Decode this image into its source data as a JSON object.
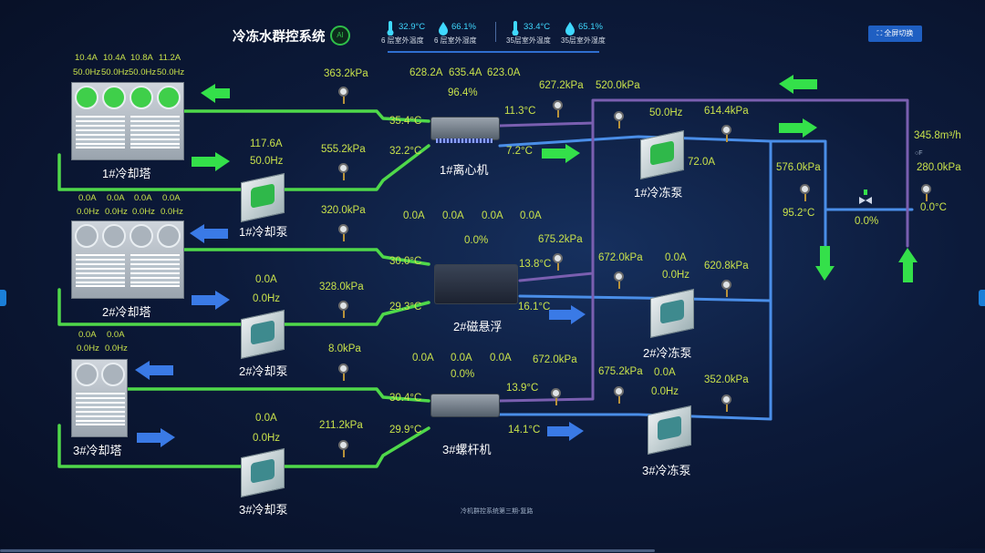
{
  "header": {
    "title": "冷冻水群控系统",
    "ai_badge": "AI",
    "fullscreen_button": "全屏切换",
    "sensors": [
      {
        "value": "32.9°C",
        "label": "6 层室外温度",
        "icon": "thermometer-icon"
      },
      {
        "value": "66.1%",
        "label": "6 层室外湿度",
        "icon": "humidity-icon"
      },
      {
        "value": "33.4°C",
        "label": "35层室外温度",
        "icon": "thermometer-icon"
      },
      {
        "value": "65.1%",
        "label": "35层室外湿度",
        "icon": "humidity-icon"
      }
    ]
  },
  "towers": {
    "t1": {
      "name": "1#冷却塔",
      "currents": [
        "10.4A",
        "10.4A",
        "10.8A",
        "11.2A"
      ],
      "freqs": [
        "50.0Hz",
        "50.0Hz",
        "50.0Hz",
        "50.0Hz"
      ]
    },
    "t2": {
      "name": "2#冷却塔",
      "currents": [
        "0.0A",
        "0.0A",
        "0.0A",
        "0.0A"
      ],
      "freqs": [
        "0.0Hz",
        "0.0Hz",
        "0.0Hz",
        "0.0Hz"
      ]
    },
    "t3": {
      "name": "3#冷却塔",
      "currents": [
        "0.0A",
        "0.0A"
      ],
      "freqs": [
        "0.0Hz",
        "0.0Hz"
      ]
    }
  },
  "cooling_pumps": {
    "p1": {
      "name": "1#冷却泵",
      "current": "117.6A",
      "freq": "50.0Hz",
      "pressure_top": "363.2kPa",
      "pressure_mid": "555.2kPa"
    },
    "p2": {
      "name": "2#冷却泵",
      "current": "0.0A",
      "freq": "0.0Hz",
      "pressure_top": "320.0kPa",
      "pressure_mid": "328.0kPa"
    },
    "p3": {
      "name": "3#冷却泵",
      "current": "0.0A",
      "freq": "0.0Hz",
      "pressure_top": "8.0kPa",
      "pressure_mid": "211.2kPa"
    }
  },
  "chillers": {
    "c1": {
      "name": "1#离心机",
      "currents": [
        "628.2A",
        "635.4A",
        "623.0A"
      ],
      "load": "96.4%",
      "cw_out": "35.4°C",
      "cw_in": "32.2°C",
      "chw_in": "11.3°C",
      "chw_out": "7.2°C",
      "pressure": "627.2kPa"
    },
    "c2": {
      "name": "2#磁悬浮",
      "currents": [
        "0.0A",
        "0.0A",
        "0.0A",
        "0.0A"
      ],
      "load": "0.0%",
      "cw_out": "30.0°C",
      "cw_in": "29.3°C",
      "chw_in": "13.8°C",
      "chw_out": "16.1°C",
      "pressure": "675.2kPa"
    },
    "c3": {
      "name": "3#螺杆机",
      "currents": [
        "0.0A",
        "0.0A",
        "0.0A"
      ],
      "load": "0.0%",
      "cw_out": "30.4°C",
      "cw_in": "29.9°C",
      "chw_in": "13.9°C",
      "chw_out": "14.1°C",
      "pressure": "672.0kPa"
    }
  },
  "chilled_pumps": {
    "p1": {
      "name": "1#冷冻泵",
      "freq": "50.0Hz",
      "current": "72.0A",
      "pressure_in": "520.0kPa",
      "pressure_out": "614.4kPa"
    },
    "p2": {
      "name": "2#冷冻泵",
      "freq": "0.0Hz",
      "current": "0.0A",
      "pressure_in": "672.0kPa",
      "pressure_out": "620.8kPa"
    },
    "p3": {
      "name": "3#冷冻泵",
      "freq": "0.0Hz",
      "current": "0.0A",
      "pressure_in": "675.2kPa",
      "pressure_out": "352.0kPa"
    }
  },
  "bypass": {
    "flow": "345.8m³/h",
    "pressure_right": "280.0kPa",
    "pressure_left": "576.0kPa",
    "temp_left": "95.2°C",
    "temp_right": "0.0°C",
    "valve_open": "0.0%"
  },
  "footer_text": "冷机群控系统第三期-复路",
  "colors": {
    "cooling_water": "#4fd84a",
    "chilled_water": "#4a8ee8",
    "bypass_pipe": "#7a5fb0",
    "value_text": "#c9e24b"
  }
}
